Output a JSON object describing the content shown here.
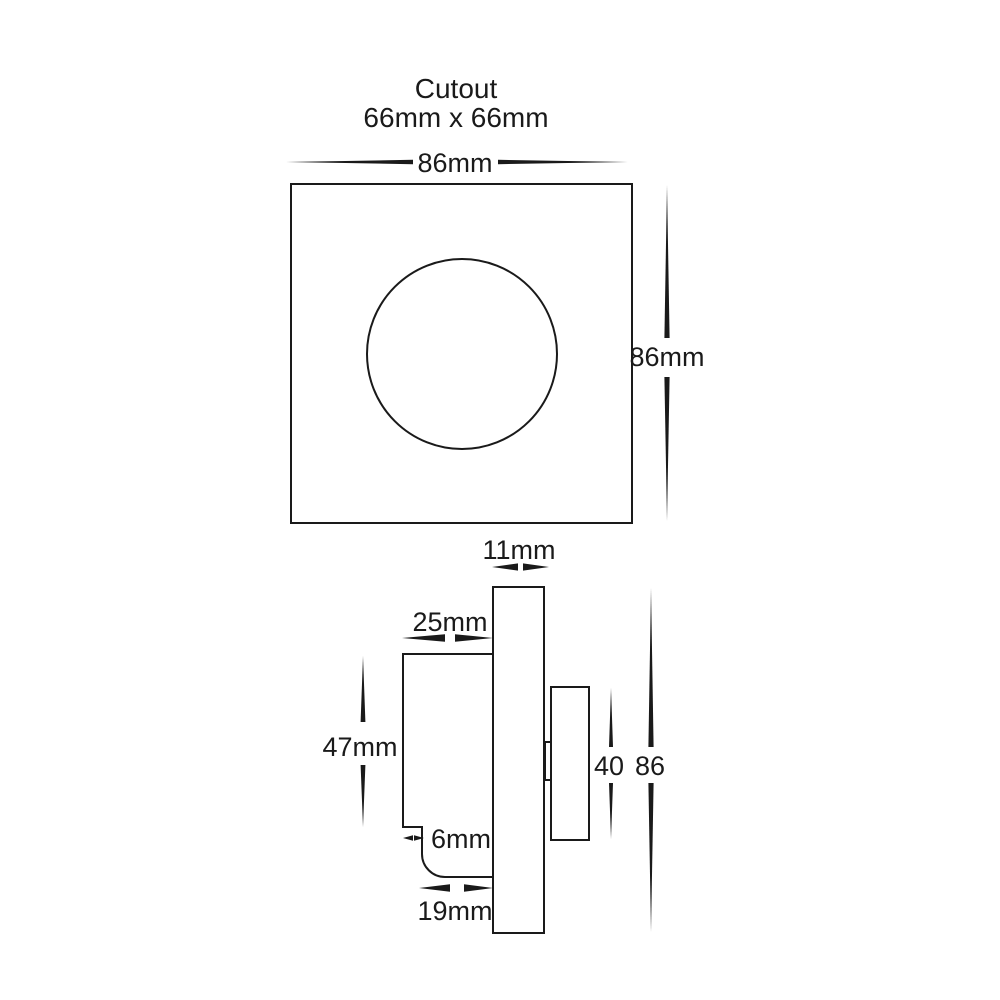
{
  "title": {
    "line1": "Cutout",
    "line2": "66mm x 66mm"
  },
  "front_view": {
    "name": "front face with round lens",
    "width_label": "86mm",
    "height_label": "86mm"
  },
  "side_view": {
    "name": "side profile of fixture",
    "top_stem_width_label": "11mm",
    "flange_offset_label": "25mm",
    "body_height_label": "47mm",
    "lip_step_label": "6mm",
    "base_depth_label": "19mm",
    "rear_box_height_label": "40",
    "overall_height_label": "86"
  },
  "colors": {
    "line": "#1a1a1a",
    "background": "#ffffff"
  }
}
